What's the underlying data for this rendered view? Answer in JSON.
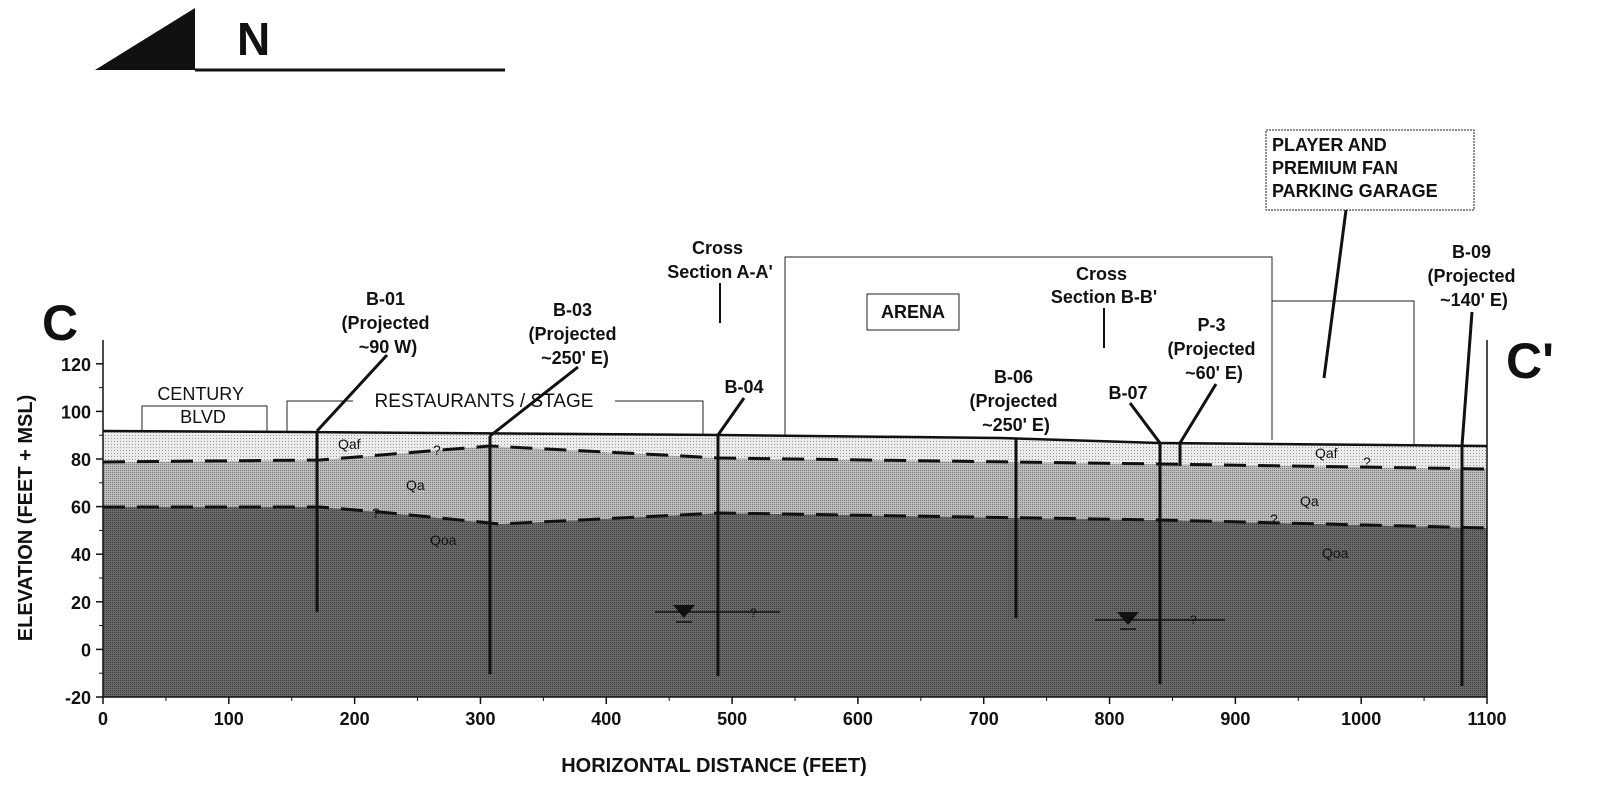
{
  "north_arrow": {
    "label": "N"
  },
  "section_labels": {
    "start": "C",
    "end": "C'"
  },
  "axes": {
    "xlabel": "HORIZONTAL DISTANCE (FEET)",
    "ylabel": "ELEVATION (FEET + MSL)",
    "xlim": [
      0,
      1100
    ],
    "ylim": [
      -20,
      130
    ],
    "xticks": [
      "0",
      "100",
      "200",
      "300",
      "400",
      "500",
      "600",
      "700",
      "800",
      "900",
      "1000",
      "1100"
    ],
    "yticks": [
      "120",
      "100",
      "80",
      "60",
      "40",
      "20",
      "0",
      "-20"
    ]
  },
  "structures": {
    "century": [
      "CENTURY",
      "BLVD"
    ],
    "restaurants": "RESTAURANTS / STAGE",
    "arena": "ARENA",
    "garage": [
      "PLAYER AND",
      "PREMIUM FAN",
      "PARKING GARAGE"
    ],
    "xsec_a": [
      "Cross",
      "Section A-A'"
    ],
    "xsec_b": [
      "Cross",
      "Section B-B'"
    ]
  },
  "borings": [
    {
      "id": "b01",
      "lines": [
        "B-01",
        "(Projected",
        "~90 W)"
      ]
    },
    {
      "id": "b03",
      "lines": [
        "B-03",
        "(Projected",
        "~250' E)"
      ]
    },
    {
      "id": "b04",
      "lines": [
        "B-04"
      ]
    },
    {
      "id": "b06",
      "lines": [
        "B-06",
        "(Projected",
        "~250' E)"
      ]
    },
    {
      "id": "b07",
      "lines": [
        "B-07"
      ]
    },
    {
      "id": "p3",
      "lines": [
        "P-3",
        "(Projected",
        "~60' E)"
      ]
    },
    {
      "id": "b09",
      "lines": [
        "B-09",
        "(Projected",
        "~140' E)"
      ]
    }
  ],
  "units": {
    "qaf": "Qaf",
    "qa": "Qa",
    "qoa": "Qoa",
    "contact_query": "?"
  },
  "colors": {
    "qaf": "#e6e6e6",
    "qa": "#b4b4b4",
    "qoa": "#5e5e5e",
    "line": "#111111"
  }
}
